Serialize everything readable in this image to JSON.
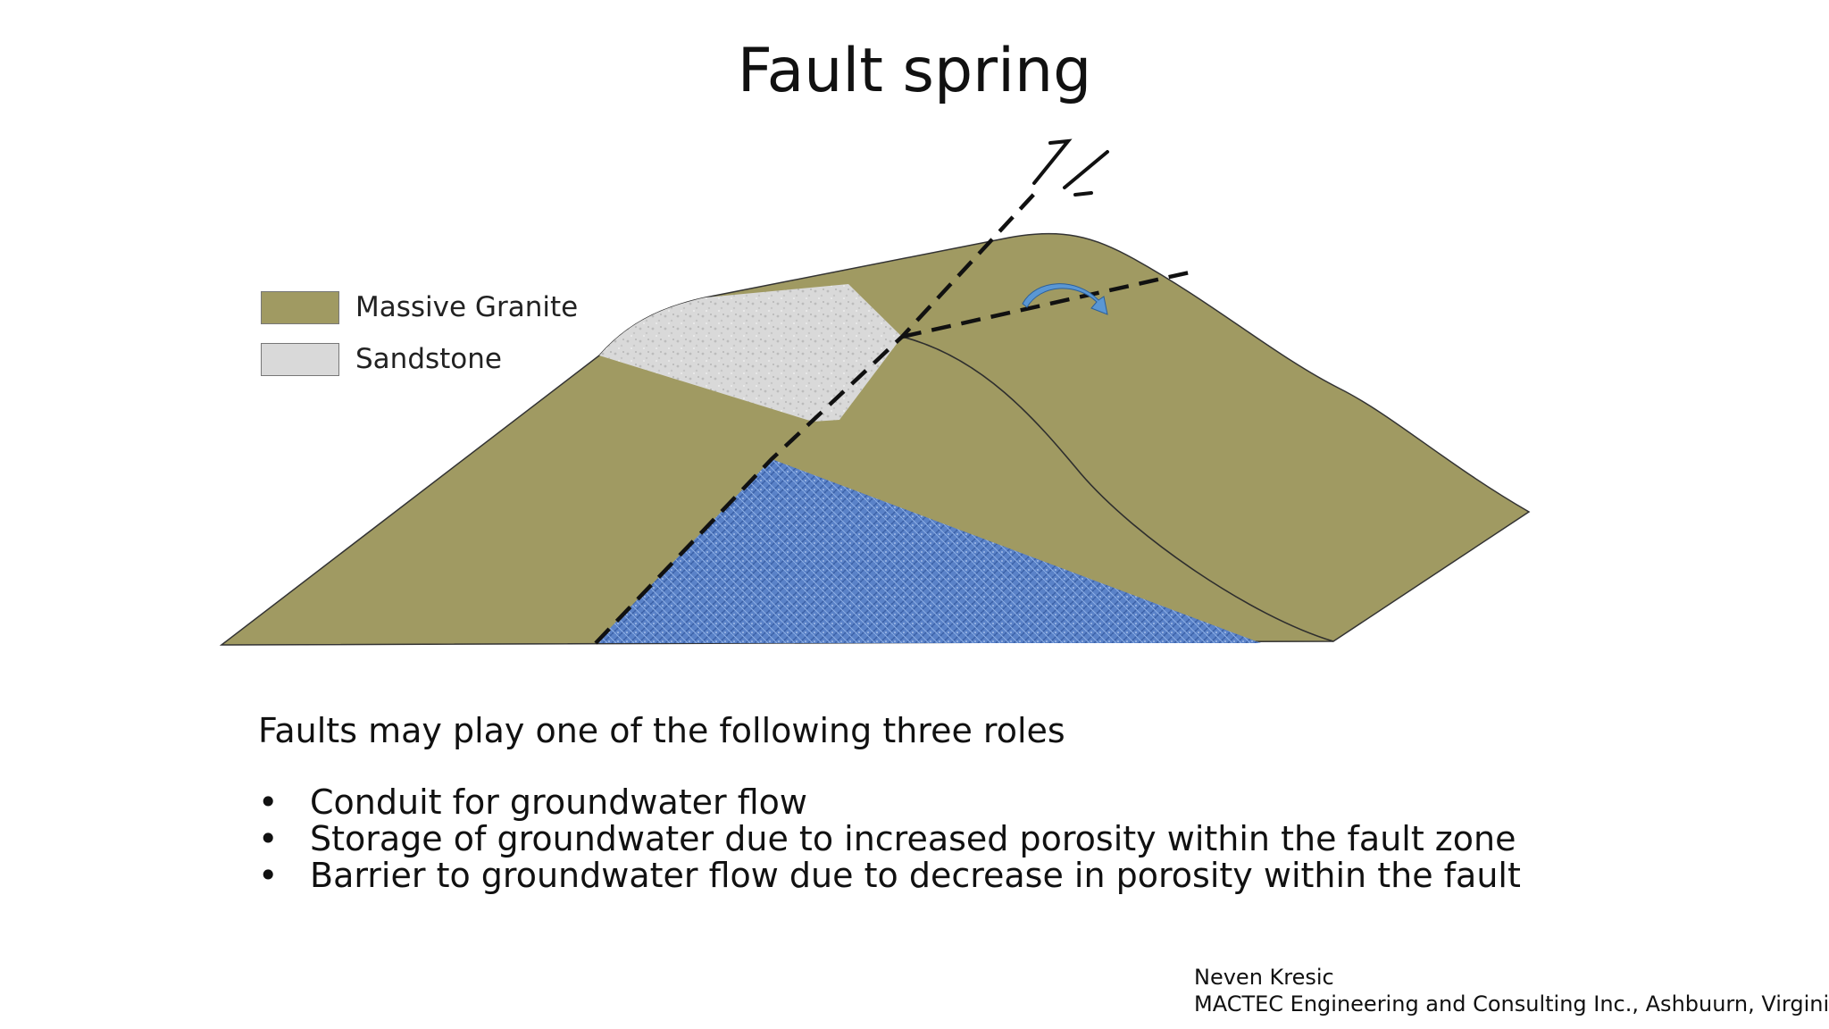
{
  "title": "Fault spring",
  "legend": [
    {
      "label": "Massive Granite",
      "color": "#a09a62"
    },
    {
      "label": "Sandstone",
      "color": "#d8d8d8"
    }
  ],
  "colors": {
    "granite": "#a09a62",
    "sandstone": "#d9d9d9",
    "aquifer": "#5a82c8",
    "arrow": "#5a97d4"
  },
  "body": {
    "intro": "Faults may play one of the following three roles",
    "bullets": [
      "Conduit for groundwater flow",
      "Storage of groundwater due to increased porosity within the fault zone",
      "Barrier to groundwater flow due to decrease in porosity within the fault"
    ]
  },
  "credit": {
    "author": "Neven Kresic",
    "affiliation": "MACTEC Engineering and Consulting Inc., Ashbuurn, Virginia"
  }
}
